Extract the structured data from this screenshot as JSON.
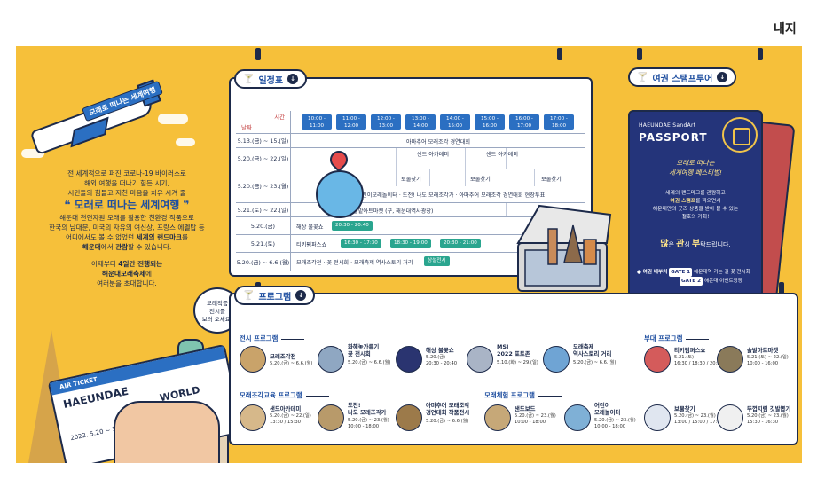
{
  "corner_label": "내지",
  "plane_sign": "모래로 떠나는 세계여행",
  "intro": {
    "l1": "전 세계적으로 퍼진 코로나-19 바이러스로",
    "l2": "해외 여행을 떠나기 힘든 시기,",
    "l3": "시민들의 힘들고 지친 마음을 치유 시켜 줄",
    "headline": "모래로 떠나는 세계여행",
    "l4": "해운대 천연자원 모래를 활용한 친환경 작품으로",
    "l5": "한국의 남대문, 미국의 자유의 여신상, 프랑스 에펠탑 등",
    "l6a": "어디에서도 볼 수 없었던 ",
    "l6b": "세계의 랜드마크",
    "l6c": "를",
    "l7a": "해운대",
    "l7b": "에서 ",
    "l7c": "관람",
    "l7d": "할 수 있습니다.",
    "l8a": "이제부터 ",
    "l8b": "4일간 진행되는",
    "l9": "해운대모래축제",
    "l9b": "에",
    "l10": "여러분을 초대합니다."
  },
  "bubble_text": [
    "모래작품",
    "전시를",
    "보러 오세요!"
  ],
  "ticket": {
    "header": "AIR TICKET",
    "city": "HAEUNDAE",
    "world": "WORLD",
    "dates": "2022. 5.20 ~ 5.22"
  },
  "schedule": {
    "title": "일정표",
    "corner_top": "시간",
    "corner_bottom": "날짜",
    "times": [
      "10:00 - 11:00",
      "11:00 - 12:00",
      "12:00 - 13:00",
      "13:00 - 14:00",
      "14:00 - 15:00",
      "15:00 - 16:00",
      "16:00 - 17:00",
      "17:00 - 18:00"
    ],
    "rows": {
      "r1_date": "5.13.(금) ~ 15.(일)",
      "r1_event": "아마추어 모래조각 경연대회",
      "r2_date": "5.20.(금) ~ 22.(일)",
      "r2_a": "샌드 아카데미",
      "r2_b": "샌드 아카데미",
      "r3_date": "5.20.(금) ~ 23.(월)",
      "r3_hunt1": "보물찾기",
      "r3_hunt2": "보물찾기",
      "r3_hunt3": "보물찾기",
      "r3_event": "샌드보드 · 어린이모래놀이터 · 도전! 나도 모래조각가 · 아마추어 모래조각 경연대회 현장투표",
      "r4_date": "5.21.(토) ~ 22.(일)",
      "r4_event": "솔밭아트마켓 (구, 해운대역사광장)",
      "r5_date": "5.20.(금)",
      "r5_event": "해상 불꽃쇼",
      "r5_time": "20:30 - 20:40",
      "r6_date": "5.21.(토)",
      "r6_event": "티키펌퍼스쇼",
      "r6_t1": "16:30 - 17:30",
      "r6_t2": "18:30 - 19:00",
      "r6_t3": "20:30 - 21:00",
      "r7_date": "5.20.(금) ~ 6.6.(월)",
      "r7_event": "모래조각전 · 꽃 전시회 · 모래축제 역사스토리 거리",
      "r7_btn": "상설전시"
    }
  },
  "passport": {
    "tab": "여권 스탬프투어",
    "brand": "HAEUNDAE SandArt",
    "title": "PASSPORT",
    "hand1": "모래로 떠나는",
    "hand2": "세계여행 페스티벌!",
    "desc1": "세계의 랜드마크를 관람하고",
    "desc2a": "여권 스탬프",
    "desc2b": "를 찍으면서",
    "desc3": "해운대만의 굿즈 상품을 받아 볼 수 있는",
    "desc4": "절호의 기회!",
    "slogan_a": "많",
    "slogan_b": "은 ",
    "slogan_c": "관",
    "slogan_d": "심 ",
    "slogan_e": "부",
    "slogan_f": "탁드립니다.",
    "loc_label": "여권 배부처",
    "gate1": "GATE 1",
    "gate1_txt": "해운대역 가는 길 꽃 전시회",
    "gate2": "GATE 2",
    "gate2_txt": "해운대 이벤트광장"
  },
  "program": {
    "title": "프로그램",
    "sections": {
      "exhibit": "전시 프로그램",
      "side": "부대 프로그램",
      "contest": "모래조각교육 프로그램",
      "experience": "모래체험 프로그램"
    },
    "items": {
      "a1_name": "모래조각전",
      "a1_date": "5.20.(금) ~ 6.6.(월)",
      "a2_name": "화해놓가름기",
      "a2_name2": "꽃 전시회",
      "a2_date": "5.20.(금) ~ 6.6.(월)",
      "a3_name": "해상 불꽃쇼",
      "a3_date": "5.20.(금)",
      "a3_date2": "20:30 - 20:40",
      "a4_name": "MSI",
      "a4_name2": "2022 포토존",
      "a4_date": "5.10.(화) ~ 29.(일)",
      "a5_name": "모래축제",
      "a5_name2": "역사스토리 거리",
      "a5_date": "5.20.(금) ~ 6.6.(월)",
      "a6_name": "티키펌퍼스쇼",
      "a6_date": "5.21.(토)",
      "a6_date2": "16:30 / 18:30 / 20:30",
      "a7_name": "솔밭아트마켓",
      "a7_date": "5.21.(토) ~ 22.(일)",
      "a7_date2": "10:00 - 16:00",
      "b1_name": "샌드아카데미",
      "b1_date": "5.20.(금) ~ 22.(일)",
      "b1_date2": "13:30 / 15:30",
      "b2_name": "도전!",
      "b2_name2": "나도 모래조각가",
      "b2_date": "5.20.(금) ~ 23.(월)",
      "b2_date2": "10:00 - 18:00",
      "b3_name": "아마추어 모래조각",
      "b3_name2": "경연대회 작품전시",
      "b3_date": "5.20.(금) ~ 6.6.(월)",
      "b4_name": "샌드보드",
      "b4_date": "5.20.(금) ~ 23.(월)",
      "b4_date2": "10:00 - 18:00",
      "b5_name": "어린이",
      "b5_name2": "모래놀이터",
      "b5_date": "5.20.(금) ~ 23.(월)",
      "b5_date2": "10:00 - 18:00",
      "b6_name": "보물찾기",
      "b6_date": "5.20.(금) ~ 23.(월)",
      "b6_date2": "13:00 / 15:00 / 17:00",
      "b7_name": "뚜껍지럼 깃발뽑기",
      "b7_date": "5.20.(금) ~ 23.(월)",
      "b7_date2": "15:30 - 16:30"
    }
  },
  "colors": {
    "background": "#f6c03a",
    "accent_blue": "#2b6fc2",
    "accent_teal": "#2aa58f",
    "navy": "#1d2a4a",
    "passport": "#24347a"
  }
}
